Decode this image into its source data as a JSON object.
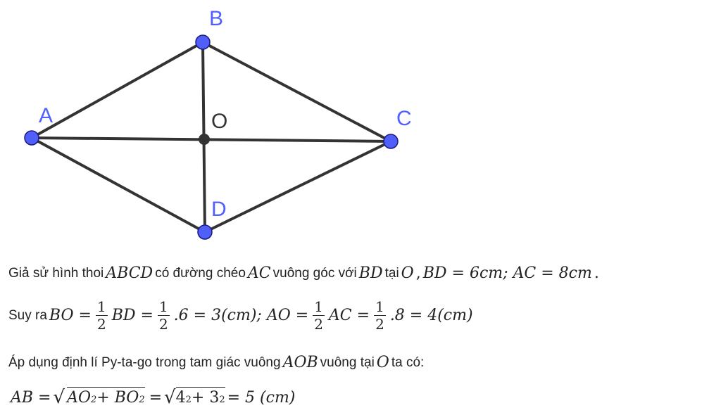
{
  "diagram": {
    "points": {
      "A": "A",
      "B": "B",
      "C": "C",
      "D": "D",
      "O": "O"
    },
    "vertex_color": "#4f5ff7",
    "center_color": "#333333",
    "label_color": "#5060ff"
  },
  "text": {
    "l1": [
      "Giả sử hình thoi",
      "ABCD",
      "có đường chéo",
      "AC",
      "vuông góc với",
      "BD",
      "tại",
      "O",
      ",",
      "BD = 6cm;  AC = 8cm",
      "."
    ],
    "l2": [
      "Suy ra",
      "BO =",
      "1",
      "2",
      "BD =",
      "1",
      "2",
      ".6 = 3(cm);  AO =",
      "1",
      "2",
      "AC =",
      "1",
      "2",
      ".8 = 4(cm)"
    ],
    "l3": [
      "Áp dụng định lí Py-ta-go trong tam giác vuông",
      "AOB",
      "vuông tại",
      "O",
      "ta có:"
    ],
    "l4": [
      "AB =",
      "AO",
      "2",
      " + BO",
      "2",
      "=",
      "4",
      "2",
      " + 3",
      "2",
      "= 5 (cm)"
    ]
  }
}
